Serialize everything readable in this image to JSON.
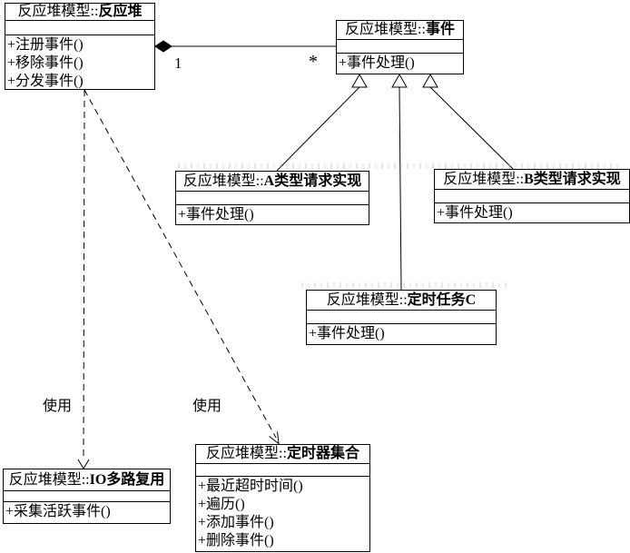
{
  "diagram": {
    "type": "uml-class-diagram",
    "classes": {
      "reactor": {
        "qualifier": "反应堆模型::",
        "name": "反应堆",
        "attributes": [],
        "methods": [
          "+注册事件()",
          "+移除事件()",
          "+分发事件()"
        ]
      },
      "event": {
        "qualifier": "反应堆模型::",
        "name": "事件",
        "attributes": [],
        "methods": [
          "+事件处理()"
        ]
      },
      "request_a": {
        "qualifier": "反应堆模型::",
        "name": "A类型请求实现",
        "attributes": [],
        "methods": [
          "+事件处理()"
        ]
      },
      "request_b": {
        "qualifier": "反应堆模型::",
        "name": "B类型请求实现",
        "attributes": [],
        "methods": [
          "+事件处理()"
        ]
      },
      "timer_task": {
        "qualifier": "反应堆模型::",
        "name": "定时任务C",
        "attributes": [],
        "methods": [
          "+事件处理()"
        ]
      },
      "io_multiplex": {
        "qualifier": "反应堆模型::",
        "name": "IO多路复用",
        "attributes": [],
        "methods": [
          "+采集活跃事件()"
        ]
      },
      "timer_set": {
        "qualifier": "反应堆模型::",
        "name": "定时器集合",
        "attributes": [],
        "methods": [
          "+最近超时时间()",
          "+遍历()",
          "+添加事件()",
          "+删除事件()"
        ]
      }
    },
    "labels": {
      "multiplicity_one": "1",
      "multiplicity_many": "*",
      "dependency_io": "使用",
      "dependency_timer": "使用"
    },
    "relations": [
      {
        "type": "composition",
        "from": "反应堆",
        "to": "事件",
        "from_label": "1",
        "to_label": "*"
      },
      {
        "type": "generalization",
        "from": "A类型请求实现",
        "to": "事件"
      },
      {
        "type": "generalization",
        "from": "定时任务C",
        "to": "事件"
      },
      {
        "type": "generalization",
        "from": "B类型请求实现",
        "to": "事件"
      },
      {
        "type": "dependency",
        "from": "反应堆",
        "to": "IO多路复用",
        "label": "使用"
      },
      {
        "type": "dependency",
        "from": "反应堆",
        "to": "定时器集合",
        "label": "使用"
      }
    ],
    "colors": {
      "line": "#000000",
      "box_fill": "#ffffff",
      "text": "#000000",
      "background": "#ffffff"
    }
  }
}
